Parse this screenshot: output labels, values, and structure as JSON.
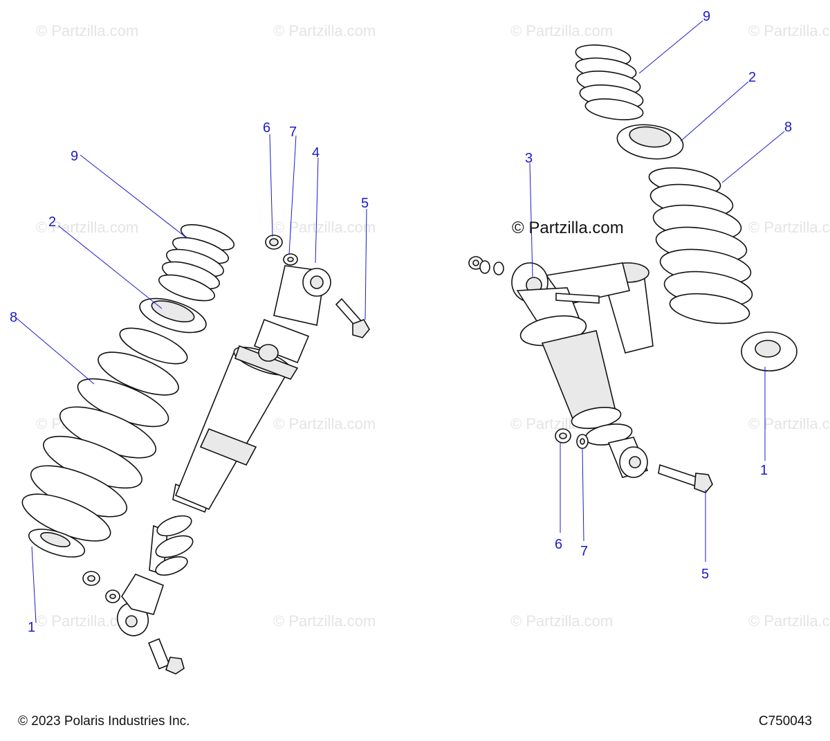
{
  "watermark": "© Partzilla.com",
  "center_watermark": "© Partzilla.com",
  "footer": {
    "copyright": "© 2023 Polaris Industries Inc.",
    "drawing_code": "C750043"
  },
  "callouts": {
    "left_spring_retainer": "1",
    "left_spring_seat": "2",
    "right_shock": "3",
    "left_shock": "4",
    "left_bolt": "5",
    "left_bushing": "6",
    "left_washer": "7",
    "left_main_spring": "8",
    "left_tender_spring": "9",
    "right_tender_spring": "9",
    "right_spring_seat": "2",
    "right_main_spring": "8",
    "right_spring_retainer": "1",
    "right_bushing": "6",
    "right_washer": "7",
    "right_bolt": "5"
  },
  "colors": {
    "callout": "#1a1ad0",
    "watermark": "#e4e4e4",
    "line": "#111111"
  }
}
